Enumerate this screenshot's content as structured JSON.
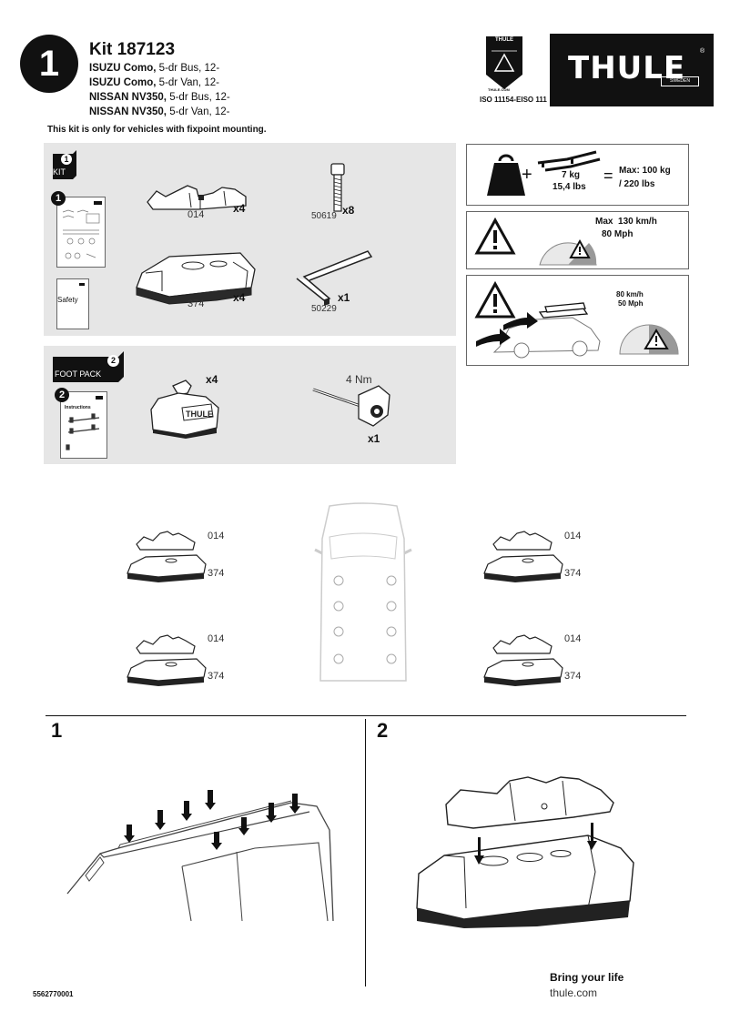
{
  "header": {
    "step_number": "1",
    "kit_title": "Kit 187123",
    "vehicles": [
      {
        "make": "ISUZU Como,",
        "spec": " 5-dr Bus, 12-"
      },
      {
        "make": "ISUZU Como,",
        "spec": " 5-dr Van, 12-"
      },
      {
        "make": "NISSAN NV350,",
        "spec": " 5-dr Bus, 12-"
      },
      {
        "make": "NISSAN NV350,",
        "spec": " 5-dr Van, 12-"
      }
    ],
    "notice": "This kit is only for vehicles with fixpoint mounting.",
    "iso_text": "ISO 11154-EISO 111",
    "badge_text": "THULE",
    "badge_sub": "THULE.COM",
    "logo_text": "THULE",
    "logo_sub": "SWEDEN"
  },
  "kit_panel": {
    "tag_number": "1",
    "tag_label": "KIT",
    "booklet_number": "1",
    "safety_label": "Safety",
    "parts": [
      {
        "code": "014",
        "qty": "x4"
      },
      {
        "code": "50619",
        "qty": "x8"
      },
      {
        "code": "374",
        "qty": "x4"
      },
      {
        "code": "50229",
        "qty": "x1"
      }
    ]
  },
  "foot_panel": {
    "tag_number": "2",
    "tag_label": "FOOT PACK",
    "booklet_number": "2",
    "booklet_title": "Instructions",
    "foot_qty": "x4",
    "tool_torque": "4 Nm",
    "tool_qty": "x1"
  },
  "warnings": {
    "weight_item": "7 kg",
    "weight_item_lbs": "15,4 lbs",
    "max_load": "Max: 100 kg",
    "max_load_lbs": "/ 220 lbs",
    "speed_max": "Max  130 km/h",
    "speed_mph": "80 Mph",
    "speed2_kmh": "80 km/h",
    "speed2_mph": "50 Mph"
  },
  "positions": {
    "labels": [
      {
        "top": "014",
        "bottom": "374"
      },
      {
        "top": "014",
        "bottom": "374"
      },
      {
        "top": "014",
        "bottom": "374"
      },
      {
        "top": "014",
        "bottom": "374"
      }
    ]
  },
  "steps": {
    "step1": "1",
    "step2": "2"
  },
  "footer": {
    "code": "5562770001",
    "tagline": "Bring your life",
    "url": "thule.com"
  }
}
